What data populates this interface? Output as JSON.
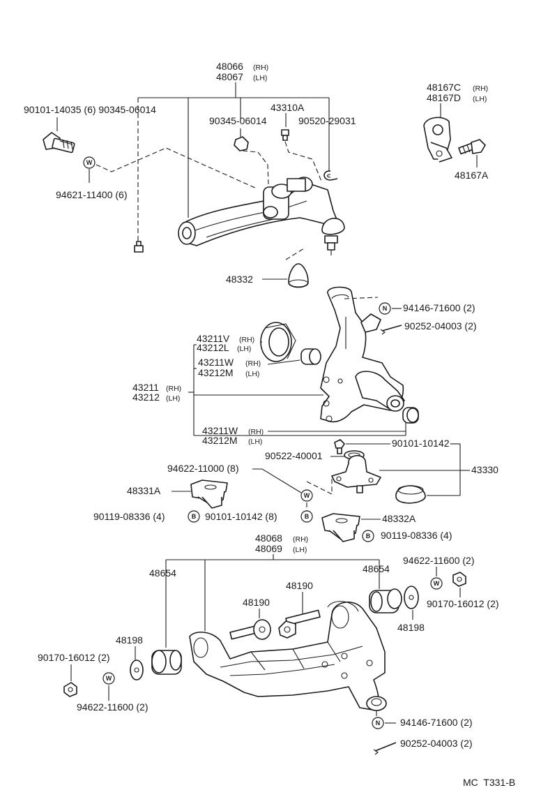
{
  "diagram": {
    "upper_arm": {
      "part": "48066",
      "rh": "(RH)",
      "part2": "48067",
      "lh": "(LH)"
    },
    "upper_bracket": {
      "part": "48167C",
      "rh": "(RH)",
      "part2": "48167D",
      "lh": "(LH)"
    },
    "knuckle": {
      "part": "43211",
      "rh": "(RH)",
      "part2": "43212",
      "lh": "(LH)"
    },
    "lower_arm": {
      "part": "48068",
      "rh": "(RH)",
      "part2": "48069",
      "lh": "(LH)"
    },
    "labels": {
      "bolt_upper": "90101-14035 (6) 90345-06014",
      "nut_upper": "90345-06014",
      "fitting_43310A": "43310A",
      "clip_90520": "90520-29031",
      "washer_94621": "94621-11400 (6)",
      "bolt_48167A": "48167A",
      "stopper_48332": "48332",
      "nut_94146_top": "94146-71600 (2)",
      "pin_90252_top": "90252-04003 (2)",
      "seal_v": "43211V",
      "seal_v_rh": "(RH)",
      "seal_l": "43212L",
      "seal_l_lh": "(LH)",
      "bushing_w1": "43211W",
      "bushing_w1_rh": "(RH)",
      "bushing_m1": "43212M",
      "bushing_m1_lh": "(LH)",
      "bushing_w2": "43211W",
      "bushing_w2_rh": "(RH)",
      "bushing_m2": "43212M",
      "bushing_m2_lh": "(LH)",
      "bolt_90101_10142": "90101-10142",
      "ring_90522": "90522-40001",
      "ball_joint_43330": "43330",
      "washer_94622_8": "94622-11000 (8)",
      "stopper_48331A": "48331A",
      "nut_90119_4": "90119-08336 (4)",
      "bolt_90101_8": "90101-10142 (8)",
      "stopper_48332A": "48332A",
      "nut_90119_4b": "90119-08336 (4)",
      "bushing_48654_left": "48654",
      "bushing_48654_right": "48654",
      "washer_94622_right": "94622-11600 (2)",
      "nut_90170_right": "90170-16012 (2)",
      "cam_48190_a": "48190",
      "cam_48190_b": "48190",
      "plate_48198_left": "48198",
      "plate_48198_right": "48198",
      "nut_90170_left": "90170-16012 (2)",
      "washer_94622_left": "94622-11600 (2)",
      "nut_94146_bottom": "94146-71600 (2)",
      "pin_90252_bottom": "90252-04003 (2)",
      "figure_code": "MC  T331-B"
    },
    "symbols": {
      "washer": "W",
      "nut": "N",
      "bolt": "B"
    }
  }
}
